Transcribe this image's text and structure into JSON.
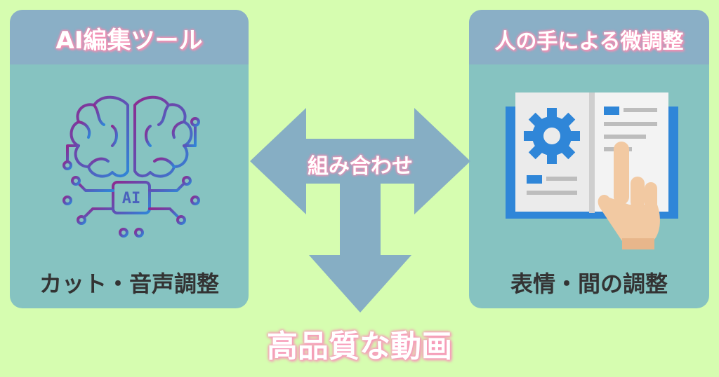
{
  "left_panel": {
    "title": "AI編集ツール",
    "caption": "カット・音声調整",
    "icon": "ai-brain-chip-icon",
    "chip_label": "AI"
  },
  "right_panel": {
    "title": "人の手による微調整",
    "caption": "表情・間の調整",
    "icon": "book-gear-hand-icon"
  },
  "center": {
    "label": "組み合わせ",
    "arrow_icon": "three-way-arrow-icon"
  },
  "result": {
    "label": "高品質な動画"
  },
  "colors": {
    "background": "#d6fdb0",
    "panel": "#86c3c1",
    "panel_header": "#8aafc6",
    "arrow": "#86aec4",
    "accent_pink": "#f58fb3"
  }
}
